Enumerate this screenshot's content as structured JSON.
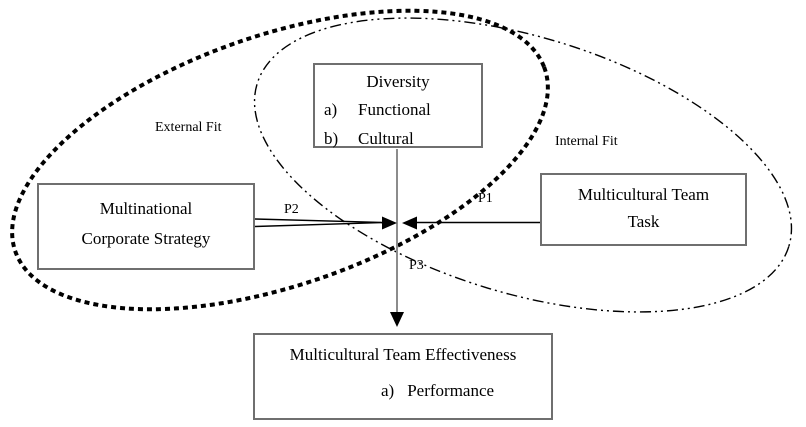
{
  "nodes": {
    "diversity": {
      "title": "Diversity",
      "items": [
        {
          "marker": "a)",
          "text": "Functional"
        },
        {
          "marker": "b)",
          "text": "Cultural"
        }
      ]
    },
    "strategy": {
      "line1": "Multinational",
      "line2": "Corporate Strategy"
    },
    "task": {
      "line1": "Multicultural Team",
      "line2": "Task"
    },
    "effectiveness": {
      "title": "Multicultural Team Effectiveness",
      "items": [
        {
          "marker": "a)",
          "text": "Performance"
        }
      ]
    }
  },
  "fit_labels": {
    "external": "External Fit",
    "internal": "Internal Fit"
  },
  "propositions": {
    "p1": "P1",
    "p2": "P2",
    "p3": "P3"
  },
  "colors": {
    "ink": "#000000",
    "box_border": "#6f6f6f",
    "guide_line": "#8c8c8c",
    "background": "#ffffff"
  }
}
